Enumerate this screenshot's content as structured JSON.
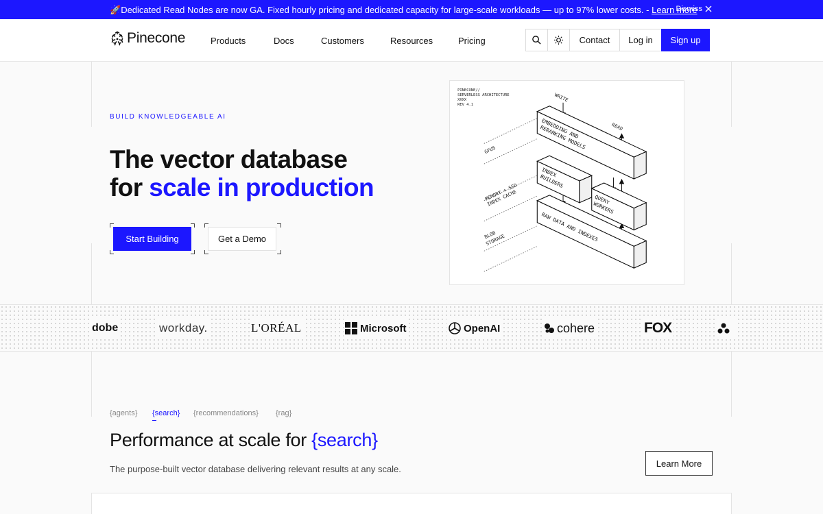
{
  "announcement": {
    "emoji": "🚀",
    "text": "Dedicated Read Nodes are now GA. Fixed hourly pricing and dedicated capacity for large-scale workloads — up to 97% lower costs. -",
    "link": "Learn more",
    "dismiss": "Dismiss"
  },
  "header": {
    "brand": "Pinecone",
    "nav": [
      "Products",
      "Docs",
      "Customers",
      "Resources",
      "Pricing"
    ],
    "contact": "Contact",
    "login": "Log in",
    "signup": "Sign up"
  },
  "hero": {
    "eyebrow": "BUILD KNOWLEDGEABLE AI",
    "title_line1": "The vector database",
    "title_line2_prefix": "for ",
    "title_line2_accent": "scale in production",
    "cta_primary": "Start Building",
    "cta_secondary": "Get a Demo"
  },
  "diagram": {
    "header": [
      "PINECONE//",
      "SERVERLESS ARCHITECTURE",
      "XXXX",
      "REV  4.1"
    ],
    "write": "WRITE",
    "read": "READ",
    "left_labels": [
      "GFUS",
      "MEMORY + SSD",
      "INDEX CACHE",
      "BLOB",
      "STORAGE"
    ],
    "blocks": {
      "embedding_1": "EMBEDDING AND",
      "embedding_2": "RERANKING MODELS",
      "index_1": "INDEX",
      "index_2": "BUILDERS",
      "query_1": "QUERY",
      "query_2": "WORKERS",
      "raw": "RAW DATA AND INDEXES"
    }
  },
  "logos": [
    "dobe",
    "workday.",
    "L'ORÉAL",
    "Microsoft",
    "OpenAI",
    "cohere",
    "FOX"
  ],
  "features": {
    "tabs": [
      "{agents}",
      "{search}",
      "{recommendations}",
      "{rag}"
    ],
    "active_tab": "{search}",
    "title_prefix": "Performance at scale for ",
    "title_accent": "{search}",
    "subtitle": "The purpose-built vector database delivering relevant results at any scale.",
    "learn_more": "Learn More"
  },
  "colors": {
    "accent": "#1c17ff",
    "text": "#111111",
    "border": "#e4e4e4"
  }
}
